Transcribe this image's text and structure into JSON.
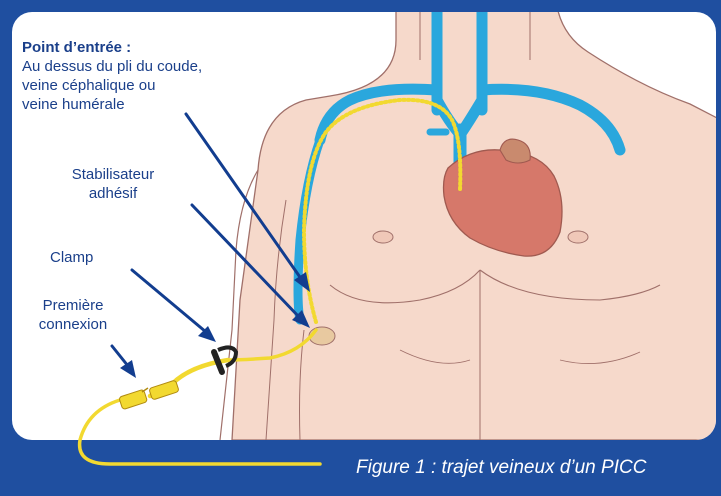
{
  "entry_point": {
    "title": "Point d’entrée :",
    "lines": [
      "Au dessus du pli du coude,",
      "veine céphalique ou",
      "veine humérale"
    ]
  },
  "labels": {
    "stabilizer": [
      "Stabilisateur",
      "adhésif"
    ],
    "clamp": "Clamp",
    "connection": [
      "Première",
      "connexion"
    ]
  },
  "caption": "Figure 1 : trajet veineux d’un PICC",
  "colors": {
    "frame": "#1f4fa0",
    "panel": "#ffffff",
    "skin": "#f6d9cb",
    "outline": "#a0706a",
    "vein": "#2aa7dd",
    "heart": "#d6786a",
    "catheter": "#f2d930",
    "arrow": "#123d8f",
    "label_text": "#1a3f8a"
  }
}
